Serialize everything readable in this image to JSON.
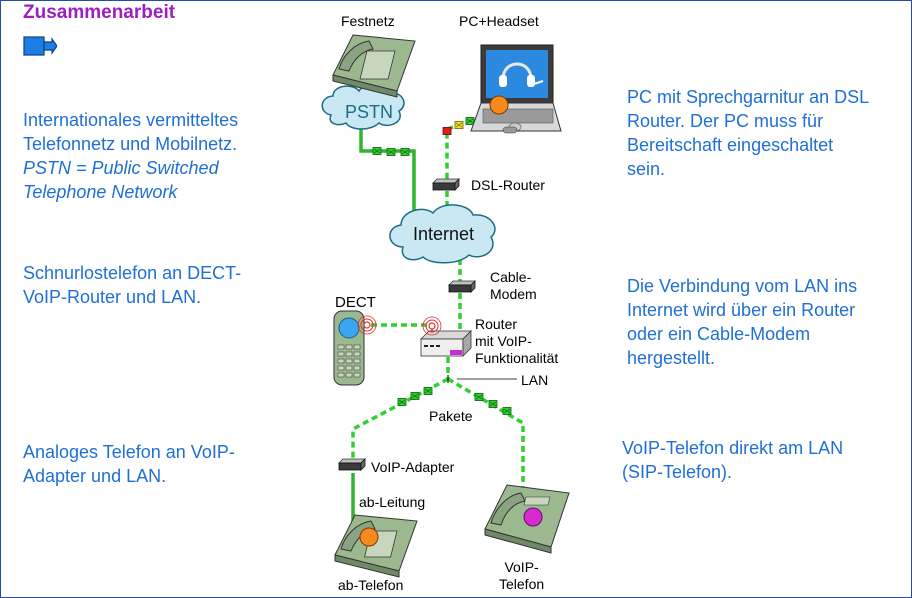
{
  "title": "Zusammenarbeit",
  "left_texts": {
    "pstn": [
      "Internationales vermitteltes",
      "Telefonnetz und Mobilnetz."
    ],
    "pstn_italic": [
      "PSTN = Public Switched",
      "Telephone Network"
    ],
    "dect": [
      "Schnurlostelefon an DECT-",
      "VoIP-Router und LAN."
    ],
    "analog": [
      "Analoges Telefon an VoIP-",
      "Adapter und LAN."
    ]
  },
  "right_texts": {
    "pc": [
      "PC mit Sprechgarnitur an DSL",
      "Router. Der PC muss für",
      "Bereitschaft eingeschaltet",
      "sein."
    ],
    "lan": [
      "Die Verbindung vom LAN ins",
      "Internet wird über ein Router",
      "oder ein Cable-Modem",
      "hergestellt."
    ],
    "sip": [
      "VoIP-Telefon direkt am LAN",
      "(SIP-Telefon)."
    ]
  },
  "labels": {
    "festnetz": "Festnetz",
    "pc_headset": "PC+Headset",
    "pstn_cloud": "PSTN",
    "dsl_router": "DSL-Router",
    "internet": "Internet",
    "cable_modem": [
      "Cable-",
      "Modem"
    ],
    "dect": "DECT",
    "router": [
      "Router",
      "mit VoIP-",
      "Funktionalität"
    ],
    "lan": "LAN",
    "pakete": "Pakete",
    "voip_adapter": "VoIP-Adapter",
    "ab_leitung": "ab-Leitung",
    "ab_telefon": "ab-Telefon",
    "voip_telefon": [
      "VoIP-",
      "Telefon"
    ]
  },
  "colors": {
    "title": "#9b1fc4",
    "text": "#1f6fd6",
    "line_solid": "#2fb52f",
    "line_dashed": "#2fd12f",
    "phone_body": "#9bb88f",
    "cloud": "#c9e8f4"
  }
}
